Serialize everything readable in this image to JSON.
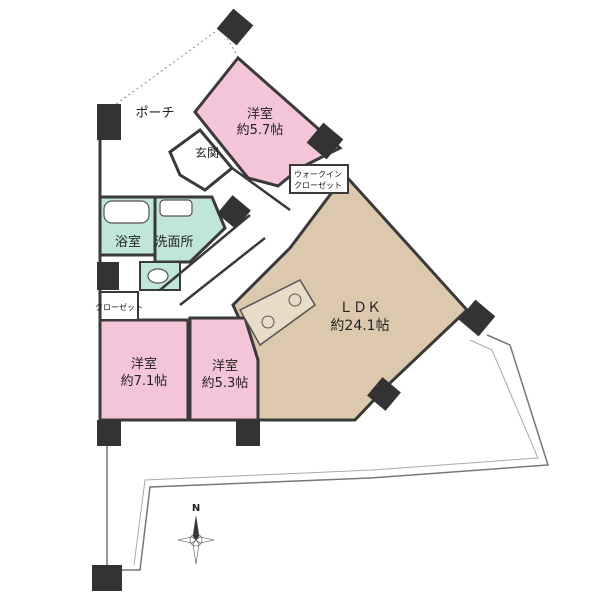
{
  "rooms": {
    "western_room_ne": {
      "name": "洋室",
      "size": "約5.7帖"
    },
    "entrance": {
      "name": "玄関"
    },
    "walk_in_closet": {
      "line1": "ウォークイン",
      "line2": "クローゼット"
    },
    "bathroom": {
      "name": "浴室"
    },
    "washroom": {
      "name": "洗面所"
    },
    "closet": {
      "name": "クローゼット"
    },
    "western_room_sw": {
      "name": "洋室",
      "size": "約7.1帖"
    },
    "western_room_s": {
      "name": "洋室",
      "size": "約5.3帖"
    },
    "ldk": {
      "name": "ＬＤＫ",
      "size": "約24.1帖"
    },
    "porch": {
      "name": "ポーチ"
    }
  },
  "compass": {
    "north": "N"
  },
  "colors": {
    "pink": "#f4c4d8",
    "tan": "#dcc9ad",
    "mint": "#bfe6d6",
    "wall": "#3a3a3a",
    "pillar": "#333333",
    "line": "#777777"
  }
}
